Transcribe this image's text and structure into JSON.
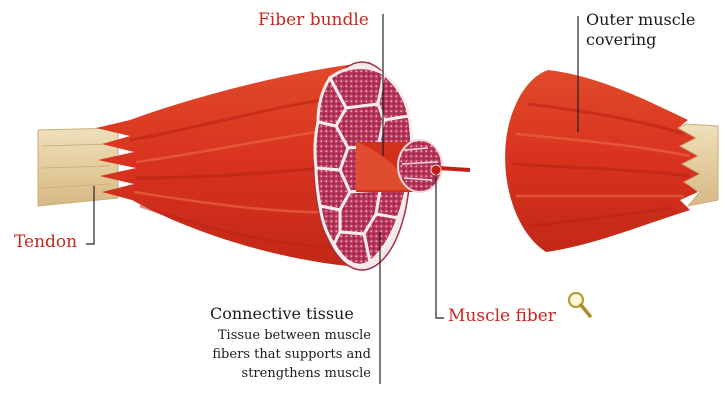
{
  "labels": {
    "fiber_bundle": "Fiber bundle",
    "outer_covering_line1": "Outer muscle",
    "outer_covering_line2": "covering",
    "tendon": "Tendon",
    "muscle_fiber": "Muscle fiber",
    "connective_title": "Connective tissue",
    "connective_desc_line1": "Tissue between muscle",
    "connective_desc_line2": "fibers that supports and",
    "connective_desc_line3": "strengthens muscle"
  },
  "icons": {
    "magnifier": "magnifier-icon"
  },
  "colors": {
    "muscle_red": "#d8321f",
    "muscle_dark": "#b82516",
    "tendon_tan": "#e8d3a8",
    "label_red": "#c8261e",
    "bundle_interior": "#b8355a"
  }
}
